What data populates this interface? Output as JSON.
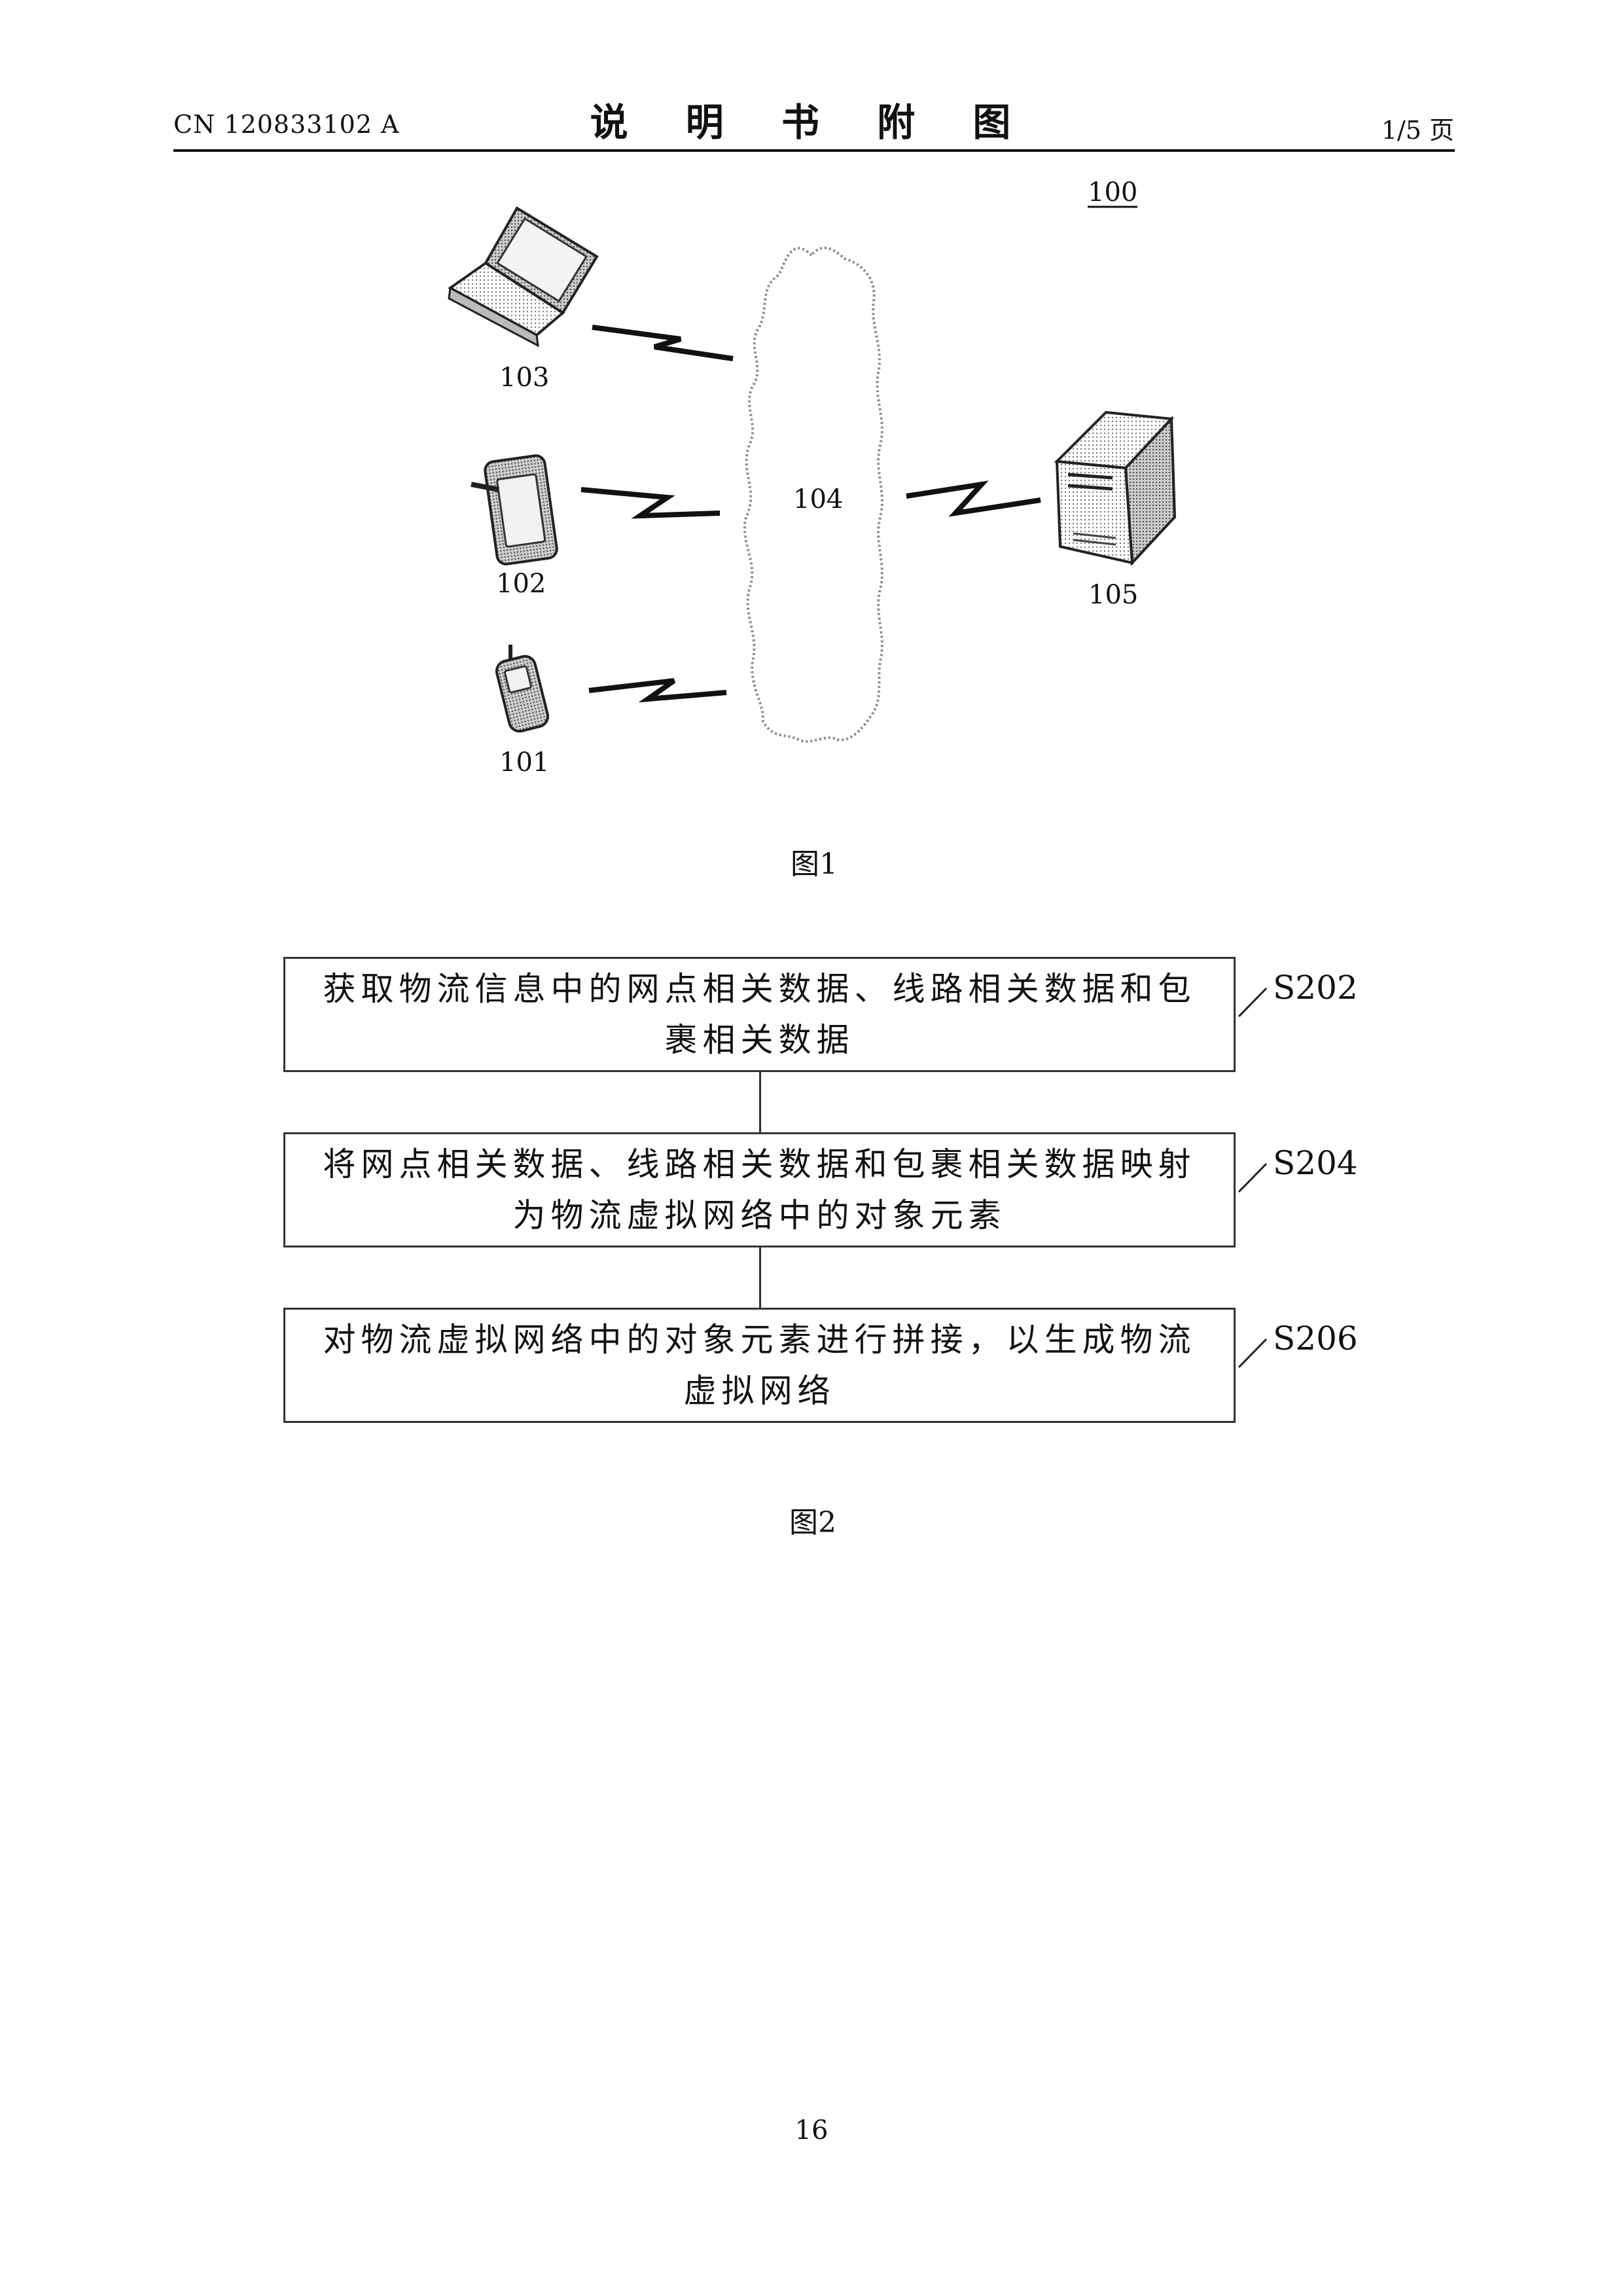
{
  "header": {
    "publication_number": "CN 120833102 A",
    "title": "说 明 书 附 图",
    "page_indicator": "1/5 页"
  },
  "figure1": {
    "system_label": "100",
    "devices": [
      {
        "ref": "103",
        "icon": "laptop-icon"
      },
      {
        "ref": "102",
        "icon": "tablet-icon"
      },
      {
        "ref": "101",
        "icon": "mobile-phone-icon"
      }
    ],
    "network": {
      "ref": "104",
      "icon": "cloud-icon"
    },
    "server": {
      "ref": "105",
      "icon": "server-icon"
    },
    "caption": "图1"
  },
  "figure2": {
    "steps": [
      {
        "label": "S202",
        "text": "获取物流信息中的网点相关数据、线路相关数据和包裹相关数据"
      },
      {
        "label": "S204",
        "text": "将网点相关数据、线路相关数据和包裹相关数据映射为物流虚拟网络中的对象元素"
      },
      {
        "label": "S206",
        "text": "对物流虚拟网络中的对象元素进行拼接，以生成物流虚拟网络"
      }
    ],
    "caption": "图2"
  },
  "page_number": "16"
}
